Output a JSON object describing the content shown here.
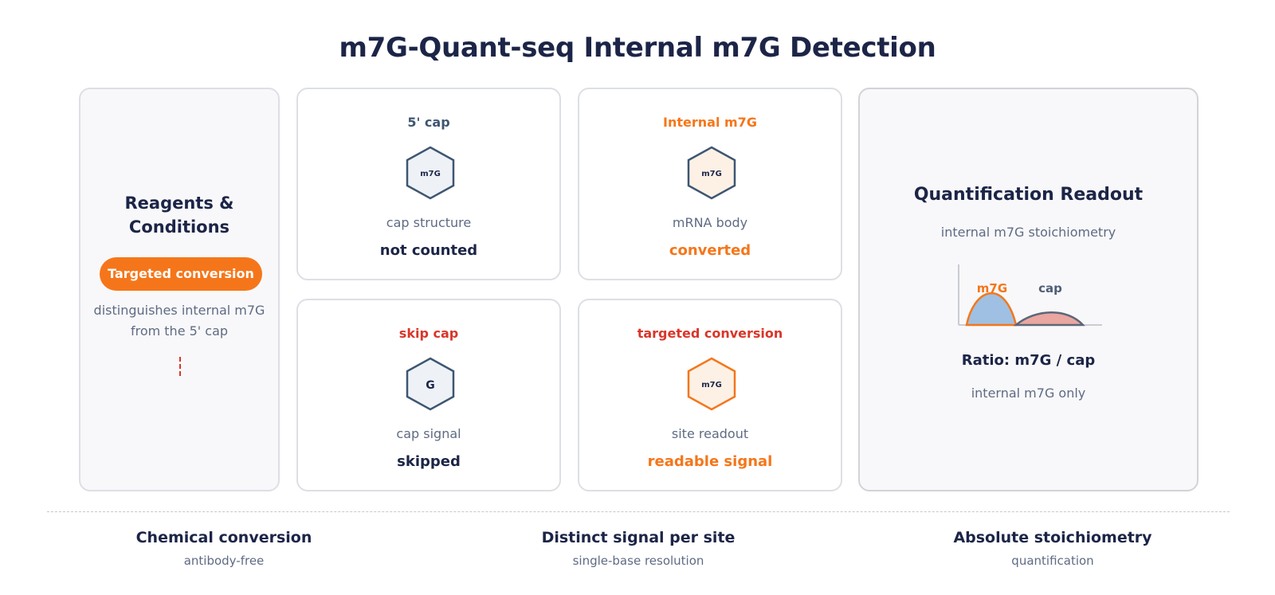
{
  "title": "m7G-Quant-seq Internal m7G Detection",
  "reagents": {
    "heading_line1": "Reagents &",
    "heading_line2": "Conditions",
    "pill": "Targeted conversion",
    "desc_line1": "distinguishes internal m7G",
    "desc_line2": "from the 5' cap"
  },
  "cells": [
    {
      "title": "5' cap",
      "title_color": "#3e5672",
      "hex_label": "m7G",
      "hex_fill": "#eef2f7",
      "hex_stroke": "#3e5672",
      "sub": "cap structure",
      "value": "not counted",
      "value_color": "#1c2547"
    },
    {
      "title": "Internal m7G",
      "title_color": "#f5761a",
      "hex_label": "m7G",
      "hex_fill": "#fdf1e6",
      "hex_stroke": "#3e5672",
      "sub": "mRNA body",
      "value": "converted",
      "value_color": "#f5761a"
    },
    {
      "title": "skip cap",
      "title_color": "#d9362a",
      "hex_label": "G",
      "hex_fill": "#eef2f7",
      "hex_stroke": "#3e5672",
      "sub": "cap signal",
      "value": "skipped",
      "value_color": "#1c2547"
    },
    {
      "title": "targeted conversion",
      "title_color": "#d9362a",
      "hex_label": "m7G",
      "hex_fill": "#fdf1e6",
      "hex_stroke": "#f5761a",
      "sub": "site readout",
      "value": "readable signal",
      "value_color": "#f5761a"
    }
  ],
  "readout": {
    "title": "Quantification Readout",
    "subtitle": "internal m7G stoichiometry",
    "peak_m7g_label": "m7G",
    "peak_cap_label": "cap",
    "ratio": "Ratio: m7G / cap",
    "footer": "internal m7G only",
    "colors": {
      "m7g_fill": "#9fc0e2",
      "m7g_stroke": "#f5761a",
      "cap_fill": "#eaa6a0",
      "cap_stroke": "#5b6779"
    }
  },
  "features": [
    {
      "heading": "Chemical conversion",
      "sub": "antibody-free"
    },
    {
      "heading": "Distinct signal per site",
      "sub": "single-base resolution"
    },
    {
      "heading": "Absolute stoichiometry",
      "sub": "quantification"
    }
  ]
}
